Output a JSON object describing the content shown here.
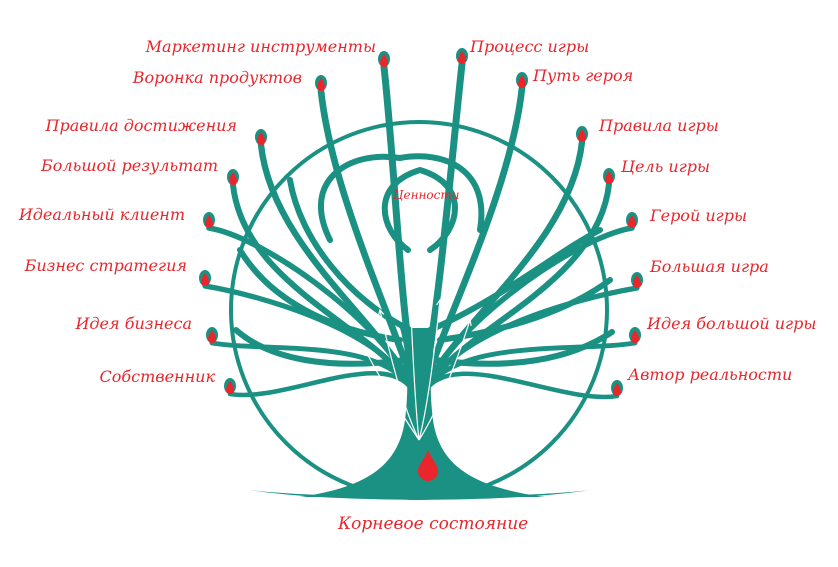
{
  "colors": {
    "tree": "#1a9182",
    "bud": "#e8262c",
    "label": "#e8262c"
  },
  "labels": {
    "center": "Ценности",
    "bottom": "Корневое состояние",
    "left": [
      "Маркетинг инструменты",
      "Воронка продуктов",
      "Правила достижения",
      "Большой результат",
      "Идеальный клиент",
      "Бизнес стратегия",
      "Идея бизнеса",
      "Собственник"
    ],
    "right": [
      "Процесс игры",
      "Путь героя",
      "Правила игры",
      "Цель игры",
      "Герой игры",
      "Большая игра",
      "Идея большой игры",
      "Автор реальности"
    ]
  }
}
